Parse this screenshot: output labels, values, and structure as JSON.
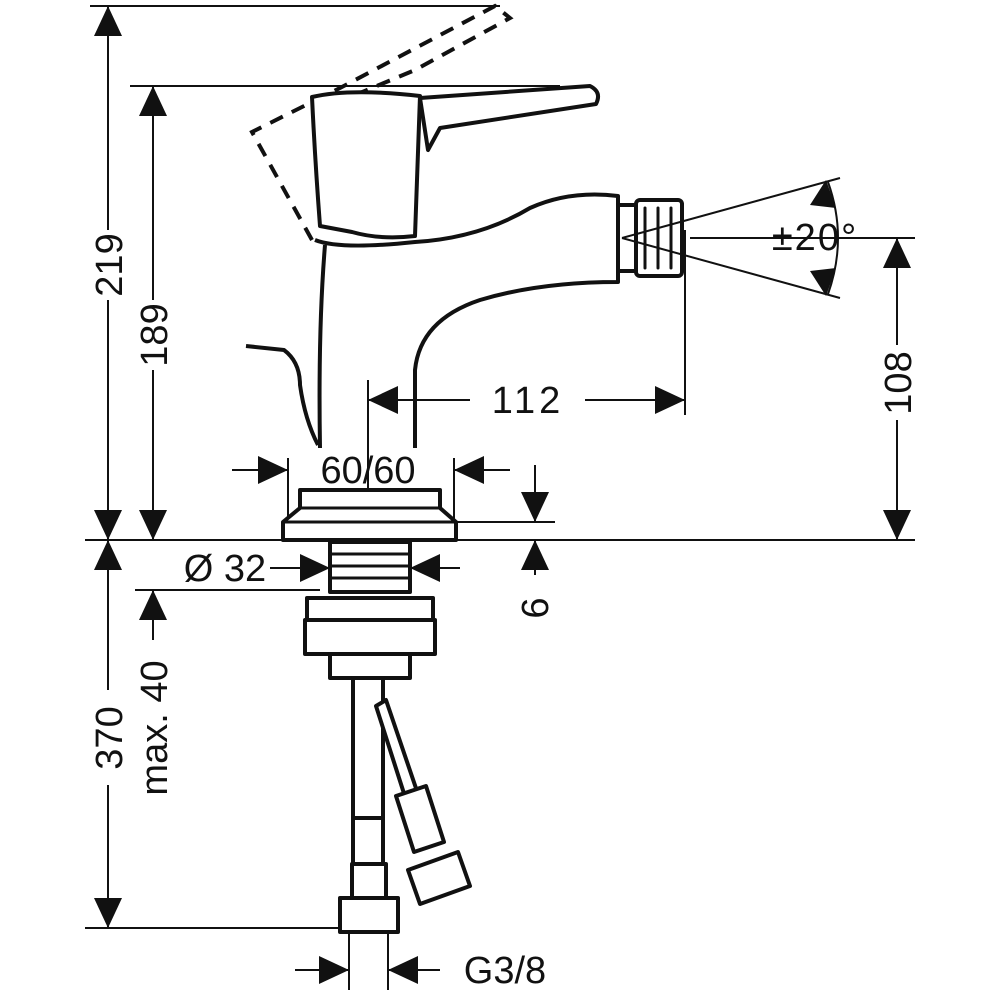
{
  "drawing": {
    "dimensions": {
      "total_height": "219",
      "handle_height": "189",
      "spout_height": "108",
      "spout_reach": "112",
      "base_size": "60/60",
      "spray_angle": "±20°",
      "shank_diameter": "Ø 32",
      "base_thickness": "6",
      "below_deck_length": "370",
      "max_deck_thickness": "max. 40",
      "connection_thread": "G3/8"
    }
  }
}
